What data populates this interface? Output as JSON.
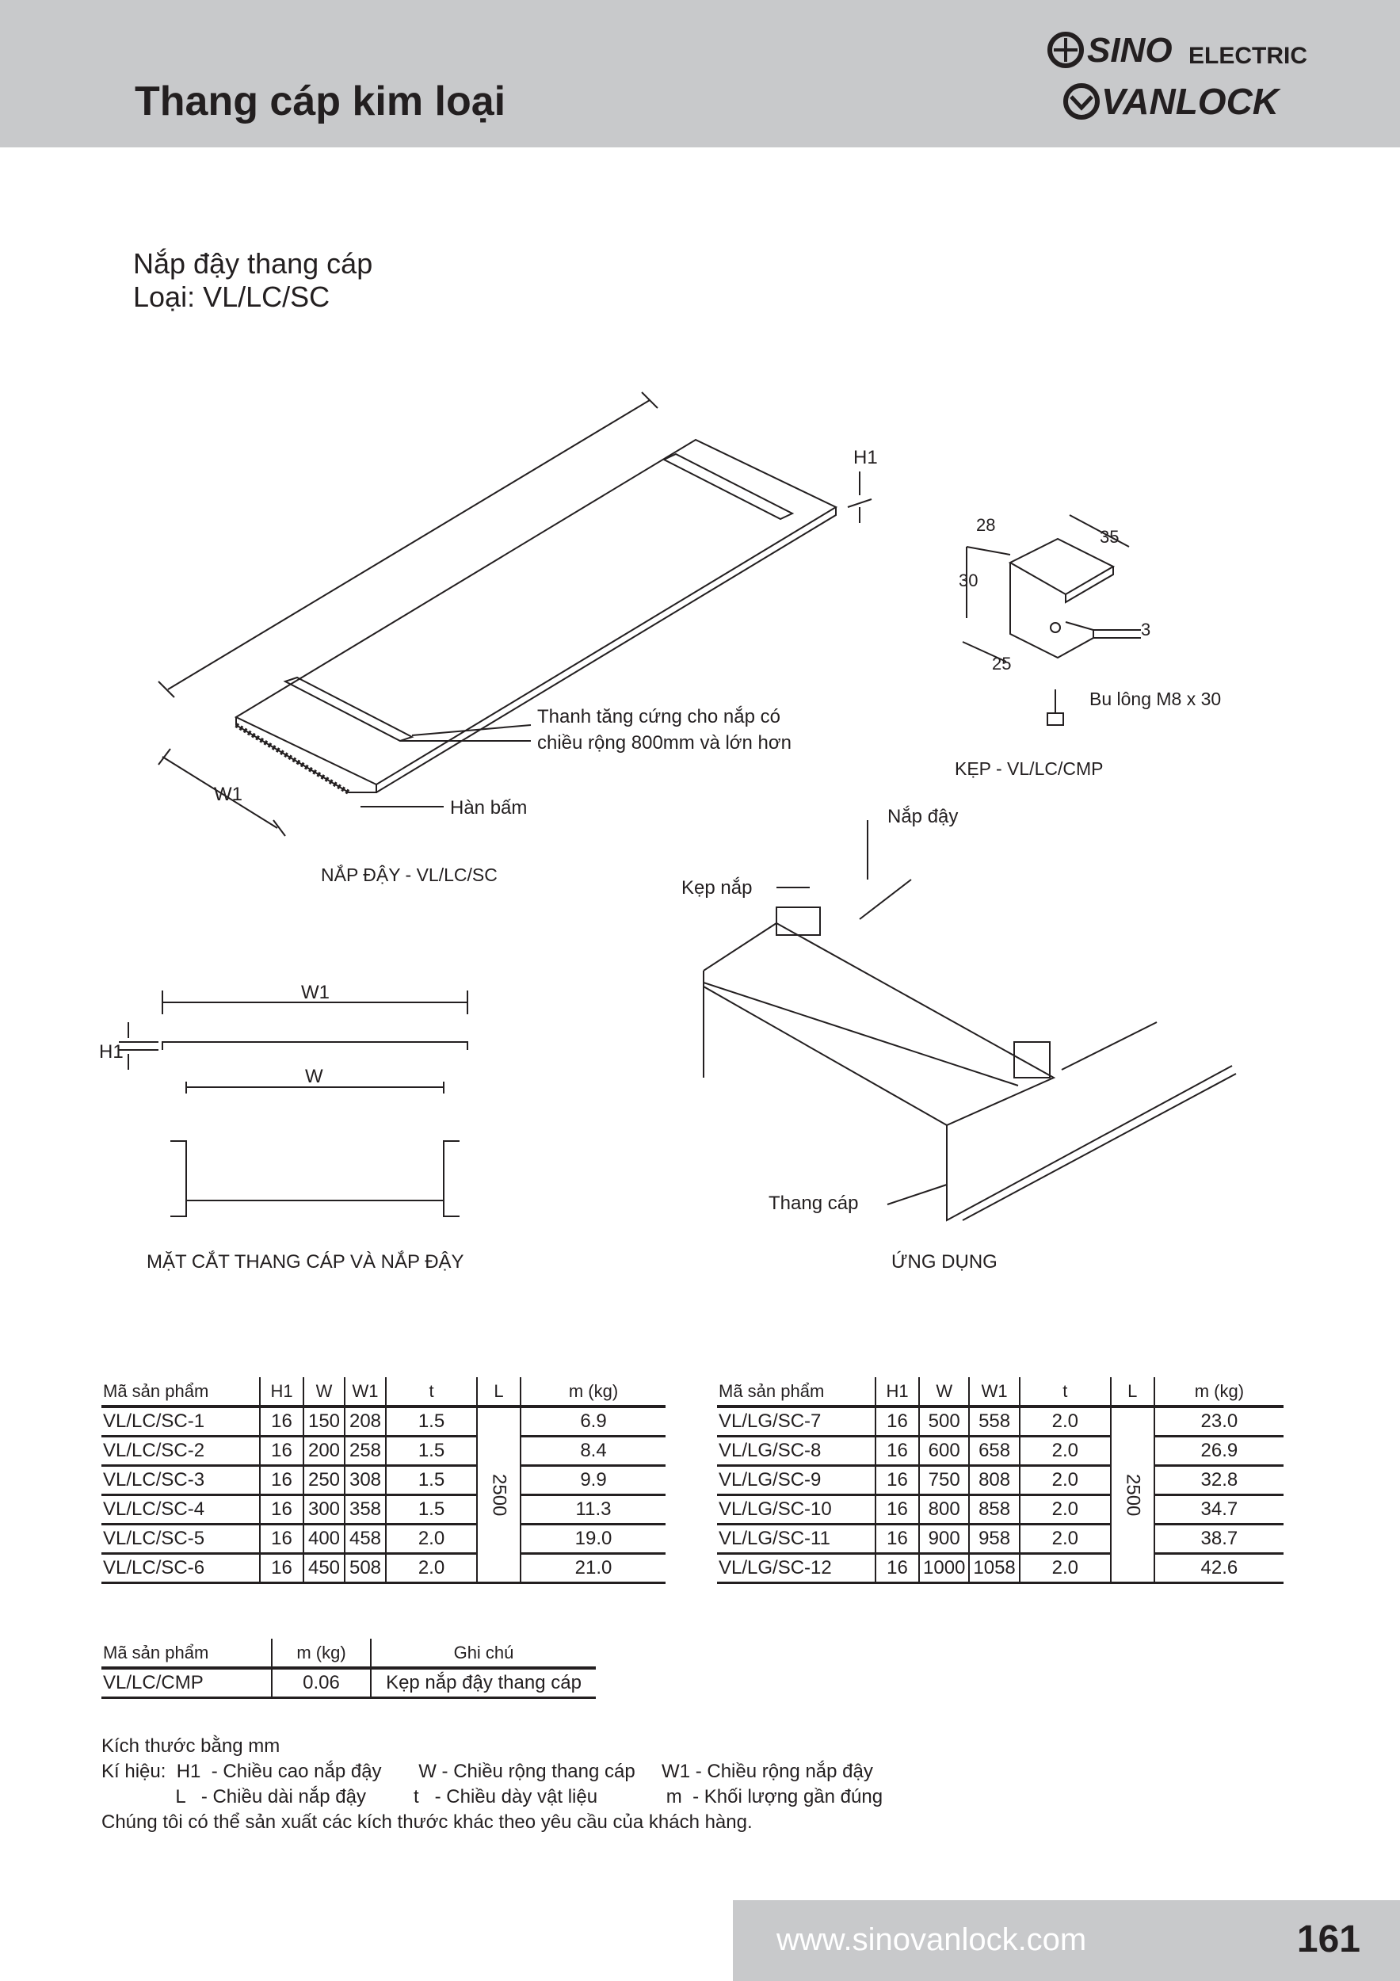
{
  "header": {
    "title": "Thang cáp kim loại",
    "logo_top": "SINO",
    "logo_top_suffix": "ELECTRIC",
    "logo_bottom": "VANLOCK"
  },
  "product": {
    "name": "Nắp đậy thang cáp",
    "type": "Loại: VL/LC/SC"
  },
  "drawings": {
    "h1": "H1",
    "w1": "W1",
    "w": "W",
    "stiffener_1": "Thanh tăng cứng cho nắp có",
    "stiffener_2": "chiều rộng 800mm và lớn hơn",
    "weld": "Hàn bấm",
    "cover_caption": "NẮP ĐẬY - VL/LC/SC",
    "dim_28": "28",
    "dim_35": "35",
    "dim_30": "30",
    "dim_3": "3",
    "dim_25": "25",
    "bolt": "Bu lông M8 x 30",
    "clamp_caption": "KẸP - VL/LC/CMP",
    "cover_label": "Nắp đậy",
    "clamp_label": "Kẹp nắp",
    "ladder_label": "Thang cáp",
    "section_caption": "MẶT CẮT THANG CÁP VÀ NẮP ĐẬY",
    "application_caption": "ỨNG DỤNG"
  },
  "table1": {
    "headers": [
      "Mã sản phẩm",
      "H1",
      "W",
      "W1",
      "t",
      "L",
      "m (kg)"
    ],
    "L": "2500",
    "rows": [
      [
        "VL/LC/SC-1",
        "16",
        "150",
        "208",
        "1.5",
        "6.9"
      ],
      [
        "VL/LC/SC-2",
        "16",
        "200",
        "258",
        "1.5",
        "8.4"
      ],
      [
        "VL/LC/SC-3",
        "16",
        "250",
        "308",
        "1.5",
        "9.9"
      ],
      [
        "VL/LC/SC-4",
        "16",
        "300",
        "358",
        "1.5",
        "11.3"
      ],
      [
        "VL/LC/SC-5",
        "16",
        "400",
        "458",
        "2.0",
        "19.0"
      ],
      [
        "VL/LC/SC-6",
        "16",
        "450",
        "508",
        "2.0",
        "21.0"
      ]
    ]
  },
  "table2": {
    "headers": [
      "Mã sản phẩm",
      "H1",
      "W",
      "W1",
      "t",
      "L",
      "m (kg)"
    ],
    "L": "2500",
    "rows": [
      [
        "VL/LG/SC-7",
        "16",
        "500",
        "558",
        "2.0",
        "23.0"
      ],
      [
        "VL/LG/SC-8",
        "16",
        "600",
        "658",
        "2.0",
        "26.9"
      ],
      [
        "VL/LG/SC-9",
        "16",
        "750",
        "808",
        "2.0",
        "32.8"
      ],
      [
        "VL/LG/SC-10",
        "16",
        "800",
        "858",
        "2.0",
        "34.7"
      ],
      [
        "VL/LG/SC-11",
        "16",
        "900",
        "958",
        "2.0",
        "38.7"
      ],
      [
        "VL/LG/SC-12",
        "16",
        "1000",
        "1058",
        "2.0",
        "42.6"
      ]
    ]
  },
  "table3": {
    "headers": [
      "Mã sản phẩm",
      "m (kg)",
      "Ghi chú"
    ],
    "rows": [
      [
        "VL/LC/CMP",
        "0.06",
        "Kẹp nắp đậy thang cáp"
      ]
    ]
  },
  "notes": {
    "units": "Kích thước bằng mm",
    "line1": "Kí hiệu:  H1  - Chiều cao nắp đậy       W - Chiều rộng thang cáp     W1 - Chiều rộng nắp đậy",
    "line2": "              L   - Chiều dài nắp đậy         t   - Chiều dày vật liệu             m  - Khối lượng gần đúng",
    "line3": "Chúng tôi có thể sản xuất các kích thước khác theo yêu cầu của khách hàng."
  },
  "footer": {
    "url": "www.sinovanlock.com",
    "page": "161"
  }
}
